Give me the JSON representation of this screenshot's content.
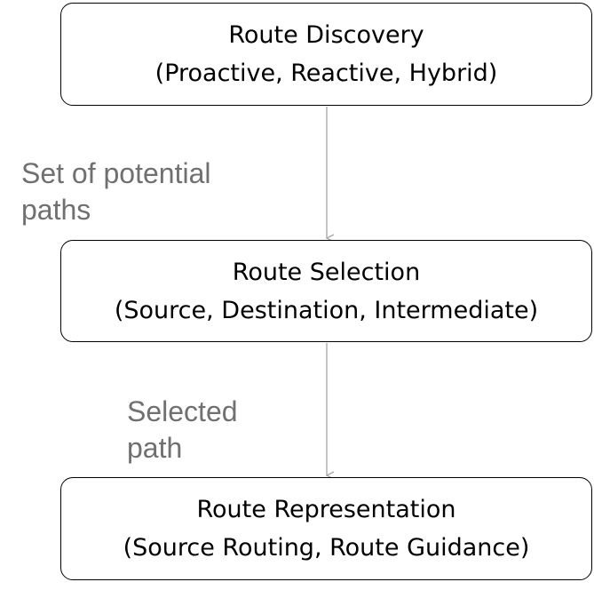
{
  "nodes": [
    {
      "title": "Route Discovery",
      "subtitle": "(Proactive, Reactive, Hybrid)"
    },
    {
      "title": "Route Selection",
      "subtitle": "(Source, Destination, Intermediate)"
    },
    {
      "title": "Route Representation",
      "subtitle": "(Source Routing, Route Guidance)"
    }
  ],
  "edges": [
    {
      "from": "Route Discovery",
      "to": "Route Selection",
      "label_line1": "Set of potential",
      "label_line2": "paths"
    },
    {
      "from": "Route Selection",
      "to": "Route Representation",
      "label_line1": "Selected",
      "label_line2": "path"
    }
  ],
  "colors": {
    "box_border": "#000000",
    "text": "#000000",
    "edge_label": "#707070",
    "arrow": "#a6a6a6"
  }
}
